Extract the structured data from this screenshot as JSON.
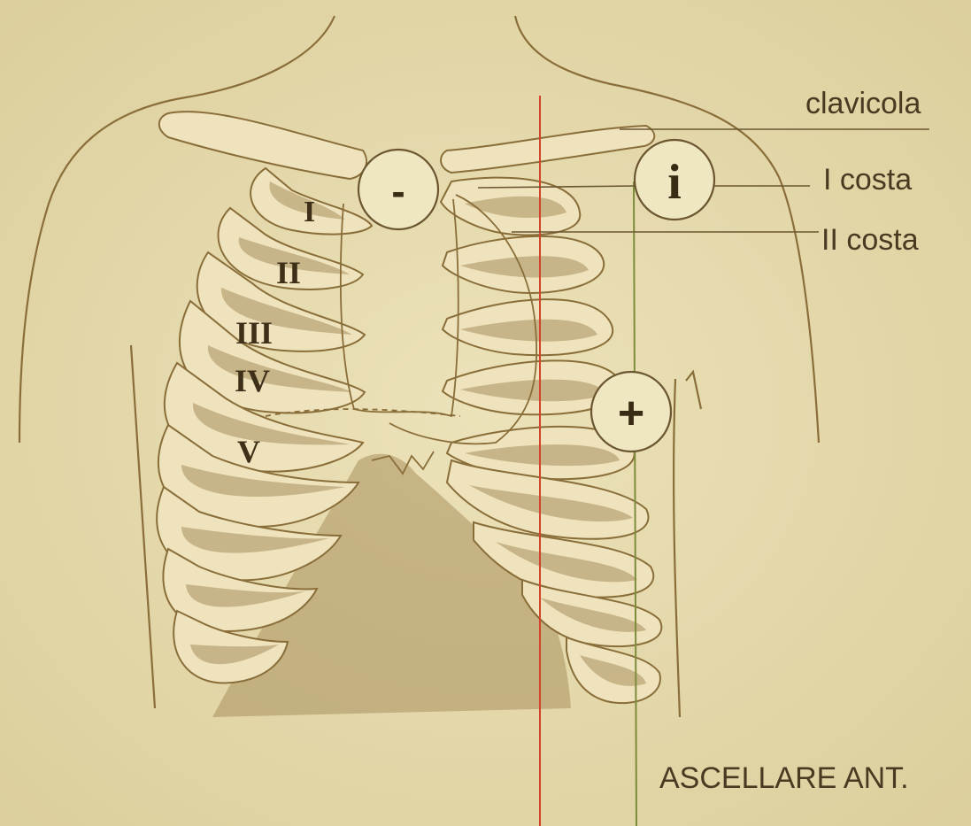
{
  "labels": {
    "clavicola": "clavicola",
    "first_rib": "I costa",
    "second_rib": "II costa",
    "axillary_line": "ASCELLARE ANT."
  },
  "electrodes": {
    "negative": "-",
    "indifferent": "i",
    "positive": "+"
  },
  "rib_numerals": [
    "I",
    "II",
    "III",
    "IV",
    "V"
  ],
  "colors": {
    "background": "#e7dcb0",
    "outline": "#8a6e3a",
    "rib_fill": "#eee3bd",
    "shading": "#a98f5d",
    "midclavicular_line": "#d2452a",
    "axillary_line": "#7c8c3a"
  }
}
